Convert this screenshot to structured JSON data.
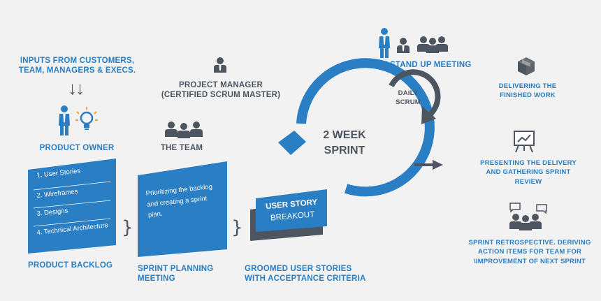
{
  "colors": {
    "accent": "#2a7ec3",
    "dark": "#4d5560",
    "gray": "#7a7f85",
    "background": "#f2f2f2"
  },
  "inputs": {
    "line1": "INPUTS FROM CUSTOMERS,",
    "line2": "TEAM, MANAGERS & EXECS.",
    "arrows": "↓↓"
  },
  "product_owner": {
    "label": "PRODUCT OWNER",
    "icons": [
      "person-tie-icon",
      "lightbulb-icon"
    ]
  },
  "project_manager": {
    "line1": "PROJECT MANAGER",
    "line2": "(CERTIFIED SCRUM MASTER)",
    "icon": "person-tie-icon"
  },
  "the_team": {
    "label": "THE TEAM",
    "icon": "group-icon"
  },
  "daily_standup": {
    "label": "DAILY STAND UP MEETING",
    "icons": [
      "person-tie-icon",
      "person-tie-icon",
      "group-icon"
    ]
  },
  "daily_scrum": {
    "line1": "DAILY",
    "line2": "SCRUM"
  },
  "sprint": {
    "line1": "2 WEEK",
    "line2": "SPRINT"
  },
  "product_backlog": {
    "label": "PRODUCT BACKLOG",
    "items": [
      "1. User Stories",
      "2. Wireframes",
      "3. Designs",
      "4. Technical Architecture"
    ]
  },
  "sprint_planning": {
    "line1": "SPRINT PLANNING",
    "line2": "MEETING",
    "text": [
      "Prioritizing the backlog",
      "and creating a sprint",
      "plan."
    ]
  },
  "groomed": {
    "line1": "GROOMED USER STORIES",
    "line2": "WITH ACCEPTANCE CRITERIA",
    "card_line1": "USER STORY",
    "card_line2": "BREAKOUT"
  },
  "outputs": {
    "delivering": {
      "line1": "DELIVERING THE",
      "line2": "FINISHED WORK",
      "icon": "box-icon"
    },
    "review": {
      "line1": "PRESENTING THE DELIVERY",
      "line2": "AND GATHERING SPRINT REVIEW",
      "icon": "presentation-icon"
    },
    "retro": {
      "line1": "SPRINT RETROSPECTIVE. DERIVING",
      "line2": "ACTION ITEMS FOR TEAM FOR",
      "line3": "\\IMPROVEMENT OF NEXT SPRINT",
      "icon": "discussion-group-icon"
    }
  }
}
